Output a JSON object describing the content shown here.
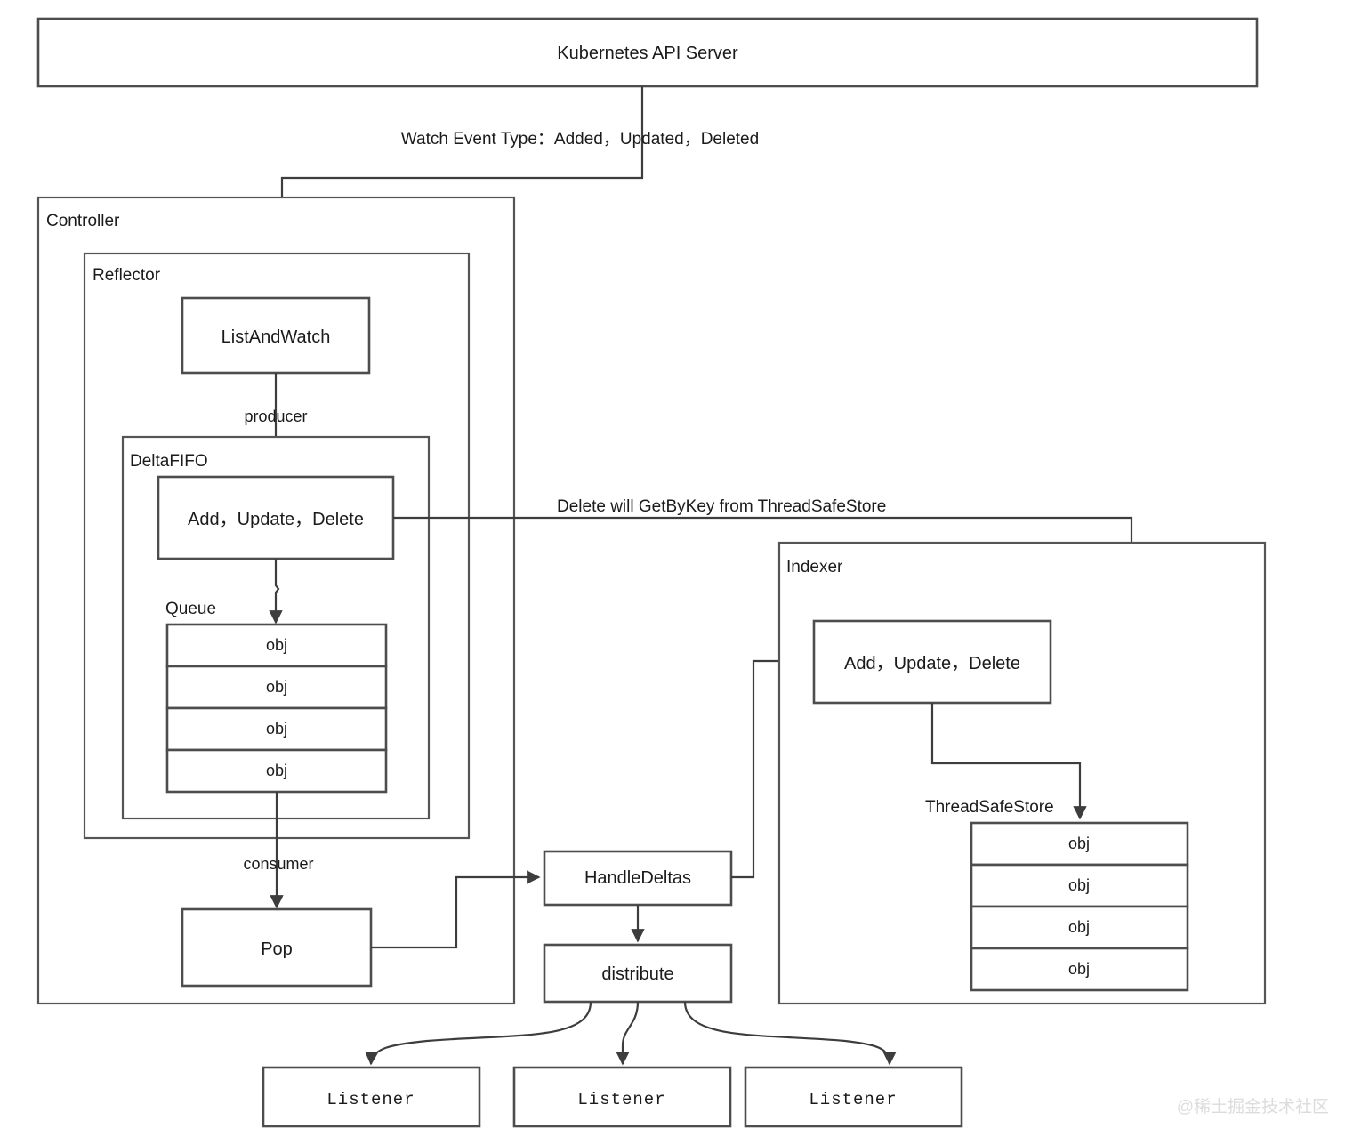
{
  "diagram": {
    "title": "Kubernetes client-go Informer data flow",
    "api_server": {
      "label": "Kubernetes API Server"
    },
    "edges": {
      "watch_event": "Watch Event Type：Added，Updated，Deleted",
      "producer": "producer",
      "consumer": "consumer",
      "delete_getbykey": "Delete will GetByKey from ThreadSafeStore"
    },
    "controller": {
      "label": "Controller",
      "reflector": {
        "label": "Reflector",
        "list_and_watch": {
          "label": "ListAndWatch"
        },
        "deltafifo": {
          "label": "DeltaFIFO",
          "ops": {
            "label": "Add，Update，Delete"
          },
          "queue": {
            "label": "Queue",
            "items": [
              {
                "label": "obj"
              },
              {
                "label": "obj"
              },
              {
                "label": "obj"
              },
              {
                "label": "obj"
              }
            ]
          }
        }
      },
      "pop": {
        "label": "Pop"
      }
    },
    "handle_deltas": {
      "label": "HandleDeltas"
    },
    "distribute": {
      "label": "distribute"
    },
    "indexer": {
      "label": "Indexer",
      "ops": {
        "label": "Add，Update，Delete"
      },
      "thread_safe_store": {
        "label": "ThreadSafeStore",
        "items": [
          {
            "label": "obj"
          },
          {
            "label": "obj"
          },
          {
            "label": "obj"
          },
          {
            "label": "obj"
          }
        ]
      }
    },
    "listeners": [
      {
        "label": "Listener"
      },
      {
        "label": "Listener"
      },
      {
        "label": "Listener"
      }
    ],
    "watermark": {
      "label": "@稀土掘金技术社区"
    },
    "colors": {
      "background": "#ffffff",
      "stroke": "#4d4d4d",
      "text": "#1b1b1b",
      "watermark": "#dcdcdc"
    }
  }
}
